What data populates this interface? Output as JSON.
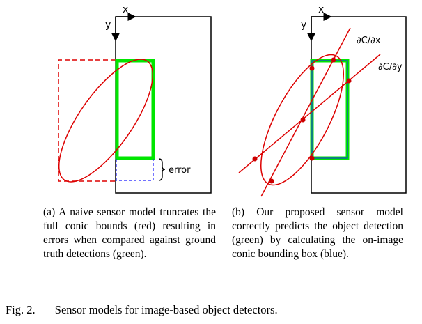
{
  "panel_a": {
    "axis_x": "x",
    "axis_y": "y",
    "error_label": "error",
    "caption": "(a) A naive sensor model truncates the full conic bounds (red) resulting in errors when compared against ground truth detections (green)."
  },
  "panel_b": {
    "axis_x": "x",
    "axis_y": "y",
    "label_dcdx": "∂C/∂x",
    "label_dcdy": "∂C/∂y",
    "caption": "(b) Our proposed sensor model correctly predicts the object detection (green) by calculating the on-image conic bounding box (blue)."
  },
  "figure_caption": {
    "number": "Fig. 2.",
    "text": "Sensor models for image-based object detectors."
  },
  "colors": {
    "conic": "#dd0000",
    "detection": "#00e600",
    "bounding_box": "#1a1aff",
    "frame": "#000000"
  }
}
